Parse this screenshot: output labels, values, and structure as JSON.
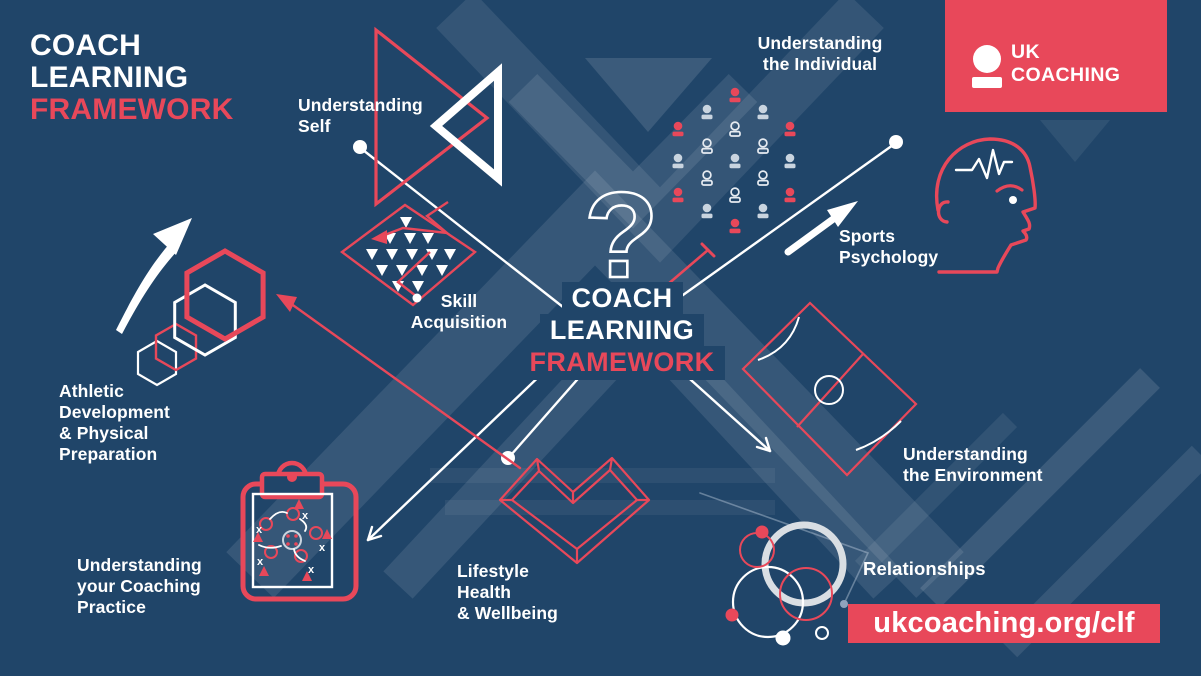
{
  "header": {
    "line1": "COACH",
    "line2": "LEARNING",
    "line3": "FRAMEWORK"
  },
  "center": {
    "line1": "COACH",
    "line2": "LEARNING",
    "line3": "FRAMEWORK",
    "question_mark": "?"
  },
  "logo": {
    "line1": "UK",
    "line2": "COACHING"
  },
  "url_banner": {
    "text": "ukcoaching.org/clf"
  },
  "colors": {
    "background": "#204569",
    "accent_red": "#E8485A",
    "light_blue": "#C9D4DF",
    "white": "#FFFFFF"
  },
  "icons": {
    "tactics_mark": "x"
  },
  "topics": [
    {
      "id": "understanding-self",
      "label": "Understanding\nSelf",
      "icon": "nested-triangles-icon"
    },
    {
      "id": "understanding-the-individual",
      "label": "Understanding\nthe Individual",
      "icon": "people-grid-icon"
    },
    {
      "id": "sports-psychology",
      "label": "Sports\nPsychology",
      "icon": "head-profile-icon"
    },
    {
      "id": "skill-acquisition",
      "label": "Skill\nAcquisition",
      "icon": "triangle-slalom-icon"
    },
    {
      "id": "athletic-development",
      "label": "Athletic\nDevelopment\n& Physical\nPreparation",
      "icon": "growth-arrow-hexagons-icon"
    },
    {
      "id": "understanding-environment",
      "label": "Understanding\nthe Environment",
      "icon": "pitch-diamond-icon"
    },
    {
      "id": "coaching-practice",
      "label": "Understanding\nyour Coaching\nPractice",
      "icon": "tactics-clipboard-icon"
    },
    {
      "id": "lifestyle-health-wellbeing",
      "label": "Lifestyle\nHealth\n& Wellbeing",
      "icon": "heart-icon"
    },
    {
      "id": "relationships",
      "label": "Relationships",
      "icon": "overlapping-circles-icon"
    }
  ]
}
